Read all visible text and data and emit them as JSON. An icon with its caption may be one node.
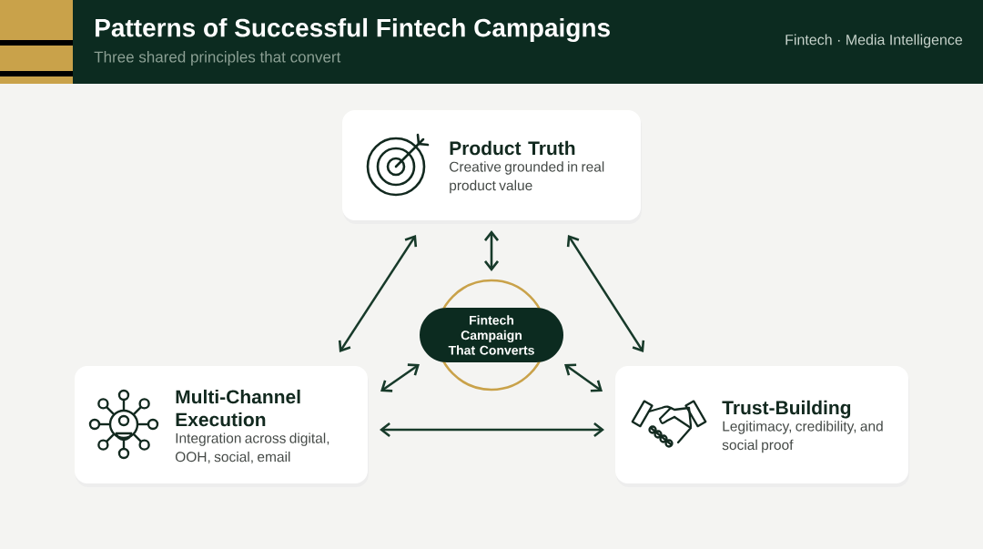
{
  "diagram": {
    "title": "Patterns of Successful Fintech Campaigns",
    "nodes": [
      {
        "text": [
          "Product Truth",
          "Creative grounded in real product value"
        ]
      },
      {
        "text": [
          "Multi-Channel Execution",
          "Integration across digital, OOH, social, email"
        ]
      },
      {
        "text": [
          "Trust-Building",
          "Legitimacy, credibility, and social proof"
        ]
      },
      {
        "text": [
          "Fintech Campaign That Converts"
        ]
      }
    ],
    "edges": [
      {
        "from": 0,
        "to": 1,
        "arrow": "both"
      },
      {
        "from": 0,
        "to": 2,
        "arrow": "both"
      },
      {
        "from": 1,
        "to": 2,
        "arrow": "both"
      },
      {
        "from": 3,
        "to": 0,
        "arrow": "both"
      },
      {
        "from": 3,
        "to": 1,
        "arrow": "both"
      },
      {
        "from": 3,
        "to": 2,
        "arrow": "both"
      }
    ],
    "labels": [
      "Three shared principles that convert",
      "Fintech · Media Intelligence"
    ]
  }
}
